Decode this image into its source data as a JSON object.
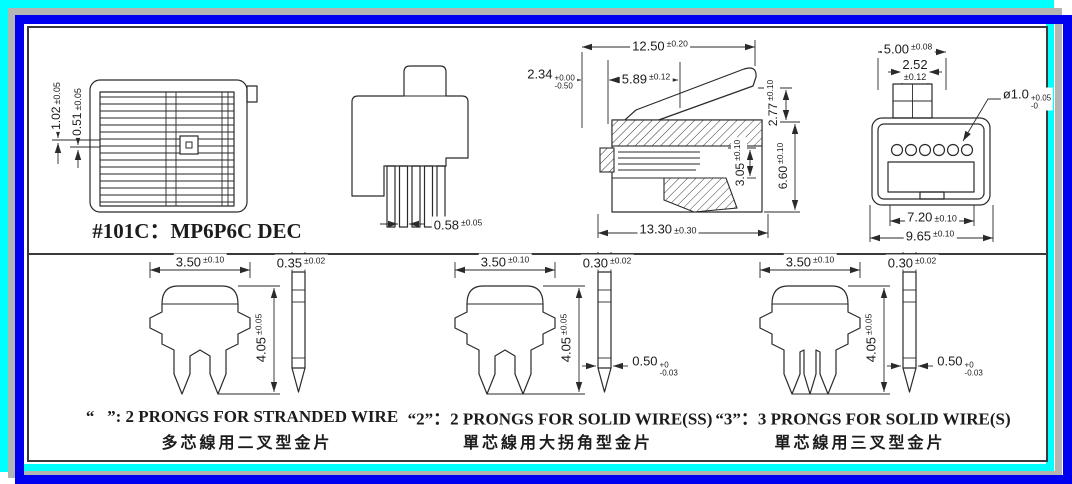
{
  "title": "#101C：MP6P6C DEC",
  "colors": {
    "frame_cyan": "#00ffff",
    "frame_silver": "#b4b4b4",
    "frame_blue": "#0000f0",
    "ink": "#2a2a2a",
    "paper": "#ffffff"
  },
  "dims": {
    "front_h1": {
      "v": "1.02",
      "t": "±0.05"
    },
    "front_h2": {
      "v": "0.51",
      "t": "±0.05"
    },
    "side_prong": {
      "v": "0.58",
      "t": "±0.05"
    },
    "sec_top_w": {
      "v": "12.50",
      "t": "±0.20"
    },
    "sec_front": {
      "v": "2.34",
      "tt": "+0.00",
      "tb": "-0.50"
    },
    "sec_latch": {
      "v": "5.89",
      "t": "±0.12"
    },
    "sec_latch_h": {
      "v": "2.77",
      "t": "±0.10"
    },
    "sec_body_h": {
      "v": "6.60",
      "t": "±0.10"
    },
    "sec_cavity_h": {
      "v": "3.05",
      "t": "±0.10"
    },
    "sec_len": {
      "v": "13.30",
      "t": "±0.30"
    },
    "rear_top_w": {
      "v": "5.00",
      "t": "±0.08"
    },
    "rear_inner_w": {
      "v": "2.52",
      "t": "±0.12"
    },
    "rear_hole": {
      "v": "ø1.0",
      "tt": "+0.05",
      "tb": "-0"
    },
    "rear_cavity_w": {
      "v": "7.20",
      "t": "±0.10"
    },
    "rear_total_w": {
      "v": "9.65",
      "t": "±0.10"
    }
  },
  "prongs": [
    {
      "width": {
        "v": "3.50",
        "t": "±0.10"
      },
      "thickness": {
        "v": "0.35",
        "t": "±0.02"
      },
      "height": {
        "v": "4.05",
        "t": "±0.05"
      },
      "caption_en": "“   ”: 2 PRONGS FOR STRANDED WIRE",
      "caption_zh": "多芯線用二叉型金片"
    },
    {
      "width": {
        "v": "3.50",
        "t": "±0.10"
      },
      "thickness": {
        "v": "0.30",
        "t": "±0.02"
      },
      "height": {
        "v": "4.05",
        "t": "±0.05"
      },
      "tip": {
        "v": "0.50",
        "tt": "+0",
        "tb": "-0.03"
      },
      "caption_en": "“2”：2 PRONGS FOR SOLID WIRE(SS)",
      "caption_zh": "單芯線用大拐角型金片"
    },
    {
      "width": {
        "v": "3.50",
        "t": "±0.10"
      },
      "thickness": {
        "v": "0.30",
        "t": "±0.02"
      },
      "height": {
        "v": "4.05",
        "t": "±0.05"
      },
      "tip": {
        "v": "0.50",
        "tt": "+0",
        "tb": "-0.03"
      },
      "caption_en": "“3”：3 PRONGS FOR SOLID WIRE(S)",
      "caption_zh": "單芯線用三叉型金片"
    }
  ]
}
